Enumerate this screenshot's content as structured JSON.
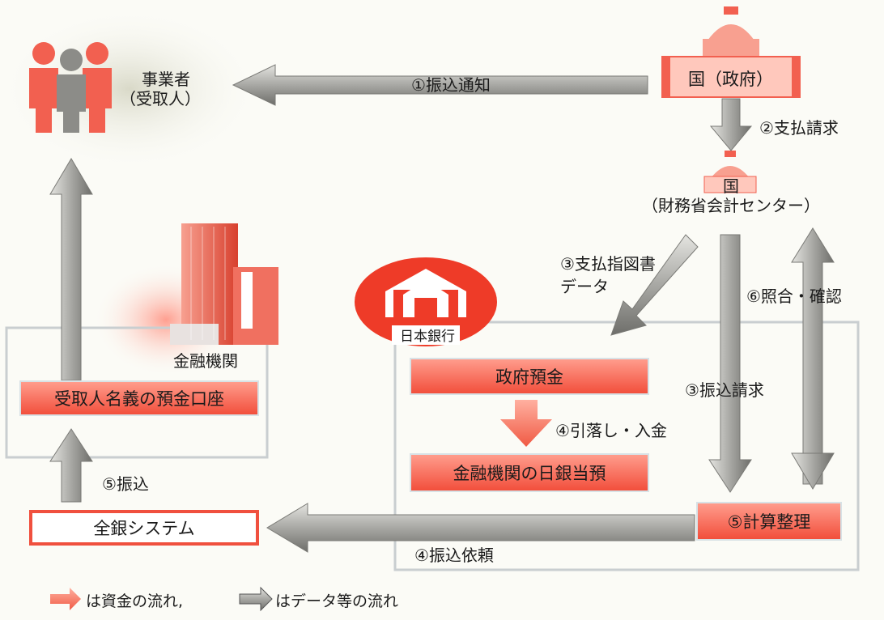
{
  "actors": {
    "business": [
      "事業者",
      "（受取人）"
    ],
    "government": "国（政府）",
    "mof_center": [
      "国",
      "（財務省会計センター）"
    ],
    "boj_label": "日本銀行",
    "bank_label": "金融機関"
  },
  "boxes": {
    "recipient_account": "受取人名義の預金口座",
    "zengin": "全銀システム",
    "gov_deposit": "政府預金",
    "boj_current": "金融機関の日銀当預",
    "calc": "⑤計算整理"
  },
  "flows": {
    "f1": "①振込通知",
    "f2": "②支払請求",
    "f3a": [
      "③支払指図書",
      "データ"
    ],
    "f3b": "③振込請求",
    "f4a": "④引落し・入金",
    "f4b": "④振込依頼",
    "f5": "⑤振込",
    "f6": "⑥照合・確認"
  },
  "legend": {
    "money": "は資金の流れ,",
    "data": "はデータ等の流れ"
  },
  "colors": {
    "money_arrow": "#f26a55",
    "data_arrow": "#9a9a96",
    "box_red": "#f24f3c",
    "frame": "#c9ced0"
  }
}
